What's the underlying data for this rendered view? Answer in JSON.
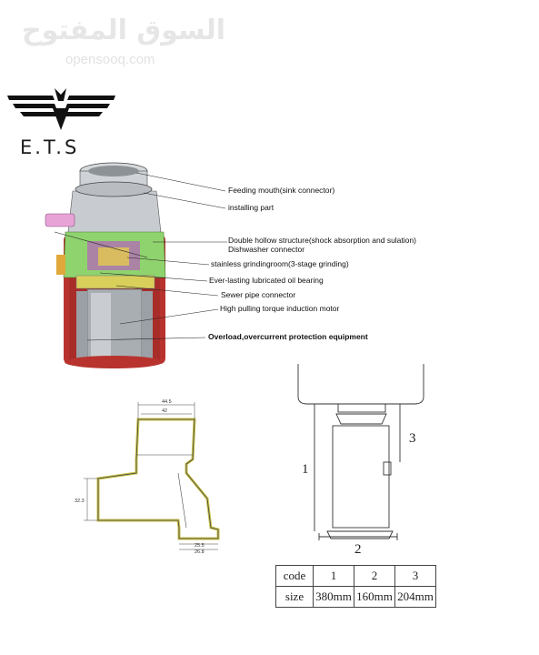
{
  "watermark": {
    "arabic": "السوق المفتوح",
    "latin": "opensooq.com"
  },
  "brand": {
    "name": "E.T.S"
  },
  "callouts": [
    "Feeding mouth(sink connector)",
    "installing part",
    "Double hollow structure(shock absorption and sulation)",
    "Dishwasher connector",
    "stainless grindingroom(3-stage grinding)",
    "Ever-lasting lubricated oil bearing",
    "Sewer pipe connector",
    "High pulling torque induction motor",
    "Overload,overcurrent protection equipment"
  ],
  "fitting_dims": {
    "top_outer": "44.5",
    "top_inner": "42",
    "side": "32.3",
    "bottom_inner": "25.5",
    "bottom_outer": "26.8"
  },
  "install_dims": {
    "d1": "1",
    "d2": "2",
    "d3": "3"
  },
  "size_table": {
    "headers": [
      "code",
      "1",
      "2",
      "3"
    ],
    "row_label": "size",
    "values": [
      "380mm",
      "160mm",
      "204mm"
    ]
  },
  "colors": {
    "housing_red": "#b8332e",
    "grind_green": "#8fd36e",
    "fitting_yellow": "#c9c24a",
    "inlet_pink": "#e8a3d6"
  }
}
